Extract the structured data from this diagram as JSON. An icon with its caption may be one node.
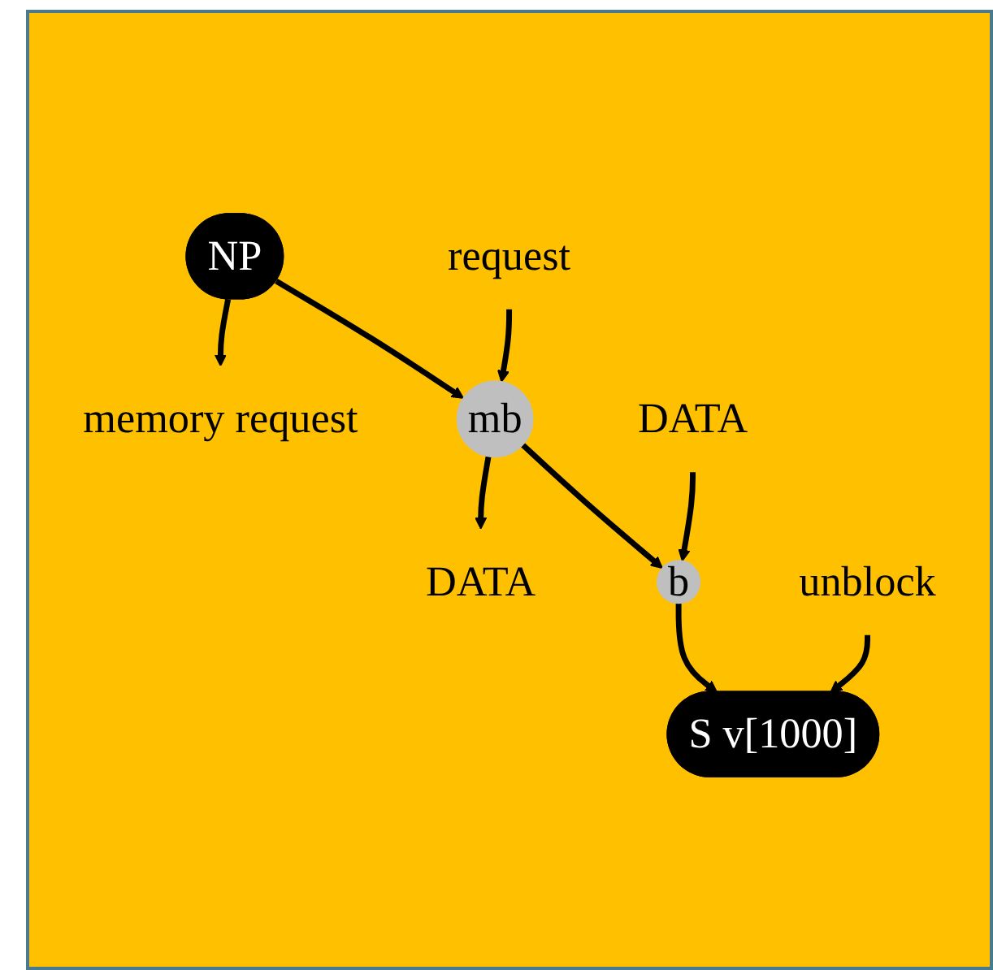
{
  "diagram": {
    "nodes": [
      {
        "text": [
          "NP"
        ]
      },
      {
        "text": [
          "memory request"
        ]
      },
      {
        "text": [
          "request"
        ]
      },
      {
        "text": [
          "mb"
        ]
      },
      {
        "text": [
          "DATA"
        ]
      },
      {
        "text": [
          "DATA"
        ]
      },
      {
        "text": [
          "b"
        ]
      },
      {
        "text": [
          "unblock"
        ]
      },
      {
        "text": [
          "S v[1000]"
        ]
      }
    ],
    "edges": [
      {
        "from": 0,
        "to": 3,
        "arrow": "to"
      },
      {
        "from": 2,
        "to": 3,
        "arrow": "to"
      },
      {
        "from": 0,
        "to": 1,
        "arrow": "to"
      },
      {
        "from": 3,
        "to": 6,
        "arrow": "to"
      },
      {
        "from": 4,
        "to": 6,
        "arrow": "to"
      },
      {
        "from": 3,
        "to": 5,
        "arrow": "to"
      },
      {
        "from": 6,
        "to": 8,
        "arrow": "to"
      },
      {
        "from": 7,
        "to": 8,
        "arrow": "to"
      }
    ]
  }
}
